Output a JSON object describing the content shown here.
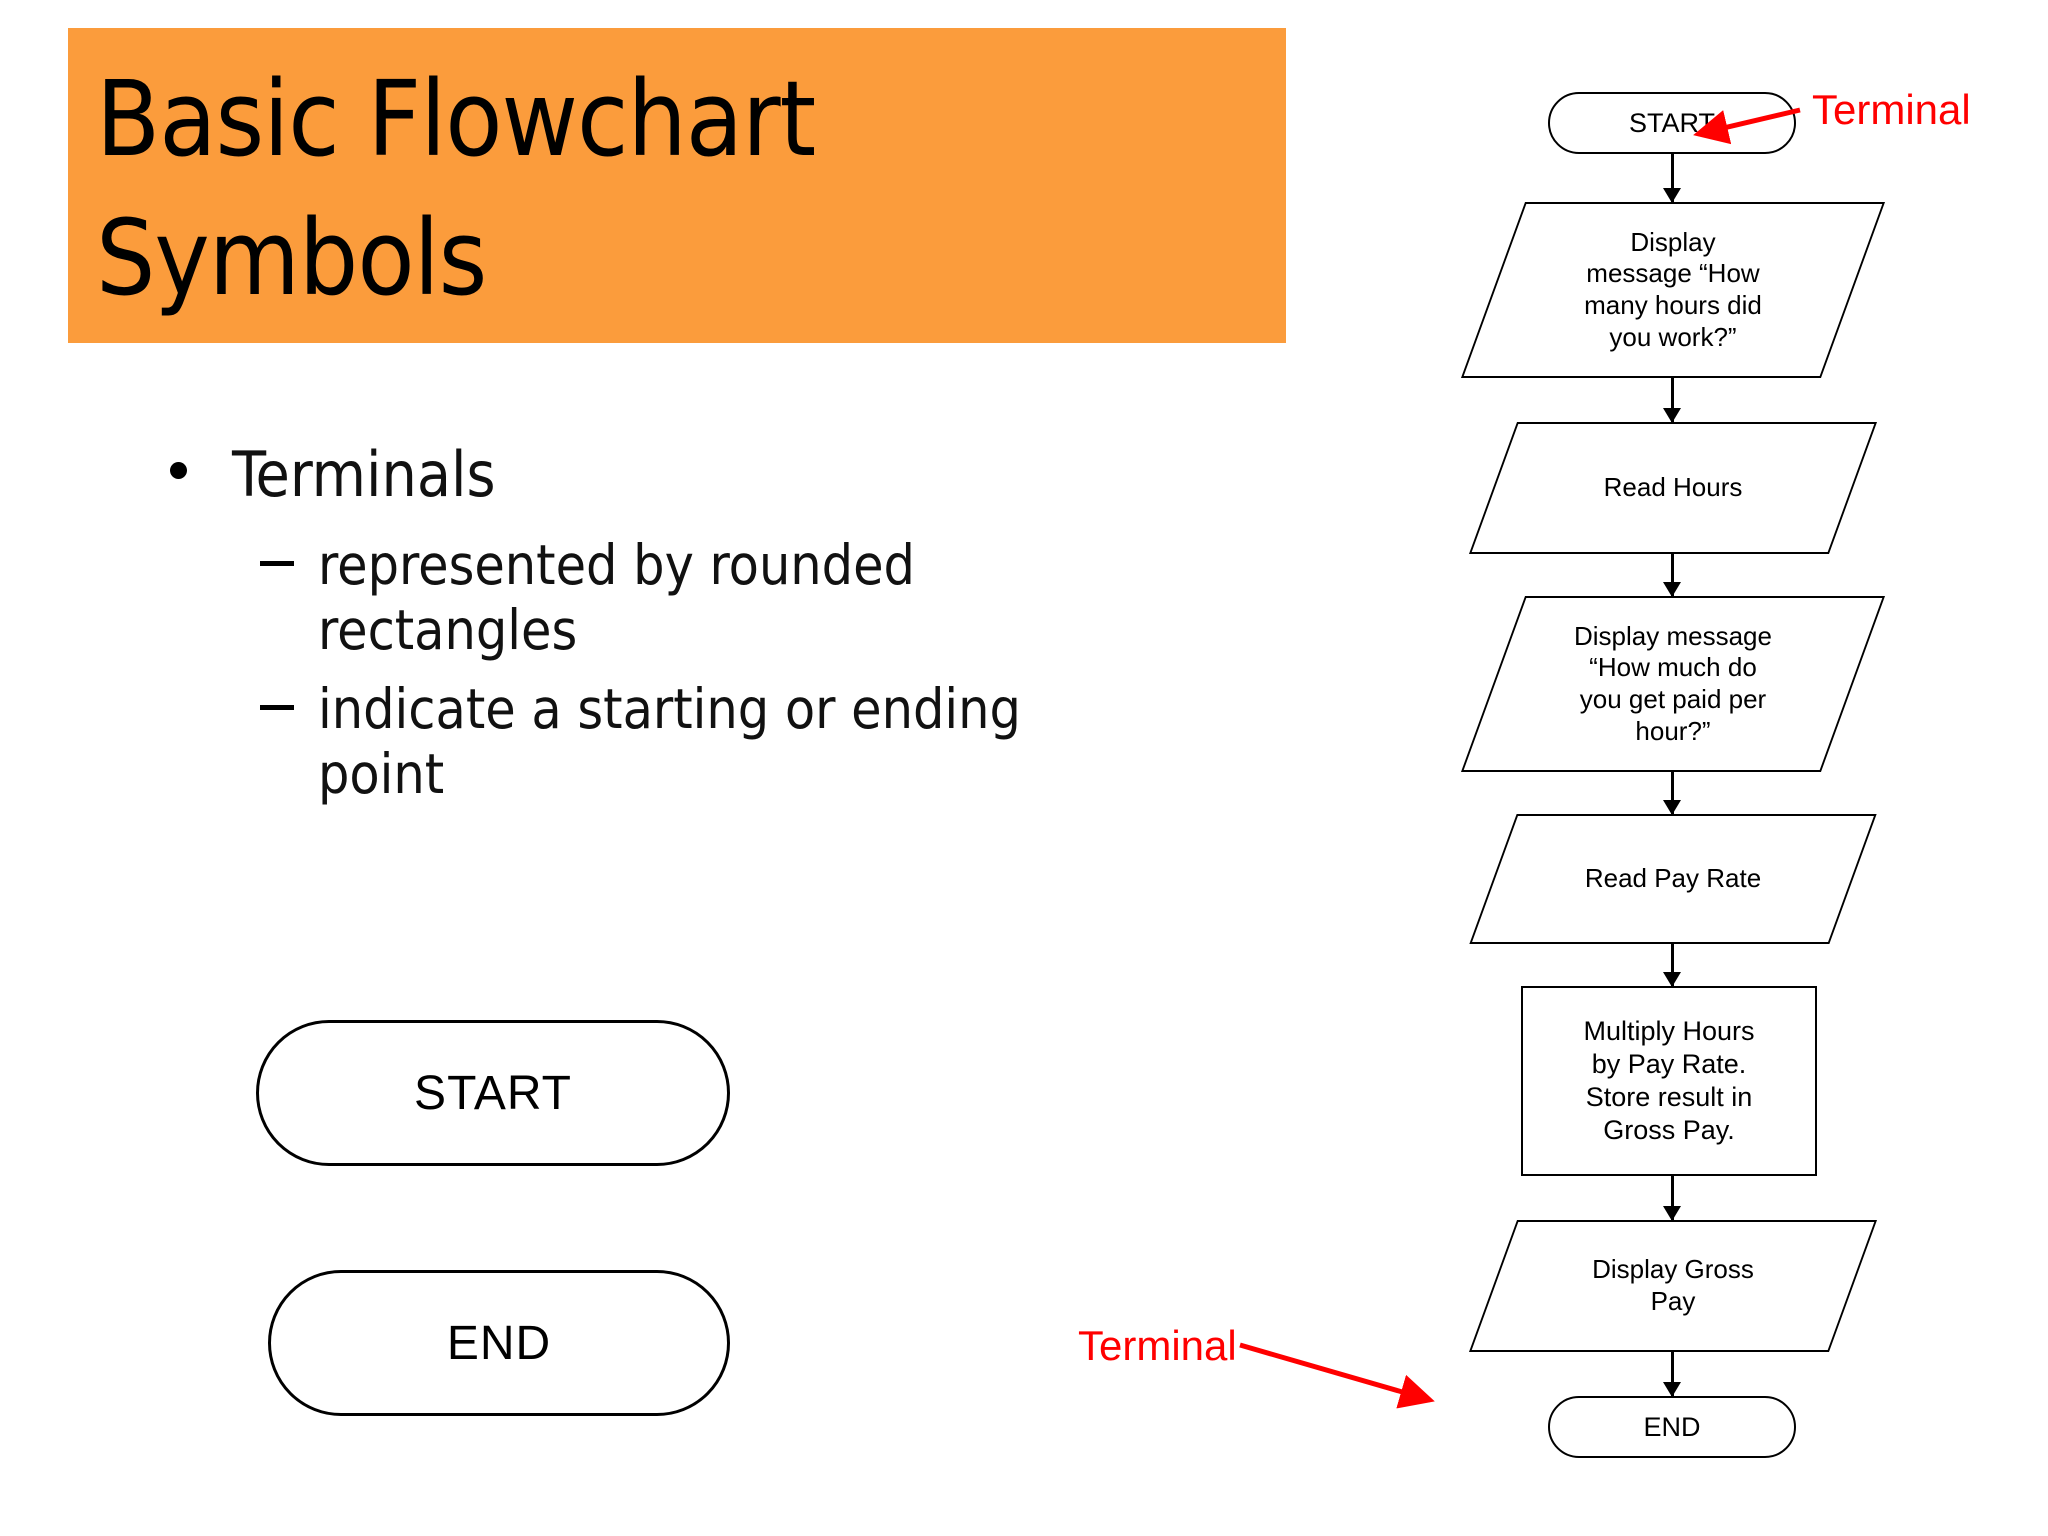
{
  "slide": {
    "title": "Basic Flowchart\nSymbols",
    "banner_color": "#FB9C3C",
    "annotation_color": "#FF0000"
  },
  "bullets": [
    {
      "level": 1,
      "marker": "bullet-dot",
      "text": "Terminals"
    },
    {
      "level": 2,
      "marker": "bullet-dash",
      "text": "represented by rounded rectangles"
    },
    {
      "level": 2,
      "marker": "bullet-dash",
      "text": "indicate a starting or ending point"
    }
  ],
  "sample_shapes": [
    {
      "shape": "rounded-rectangle",
      "label": "START"
    },
    {
      "shape": "rounded-rectangle",
      "label": "END"
    }
  ],
  "flowchart": {
    "nodes": [
      {
        "id": "start",
        "shape": "terminal",
        "label": "START"
      },
      {
        "id": "disp-hours",
        "shape": "parallelogram",
        "label": "Display\nmessage “How\nmany hours did\nyou work?”"
      },
      {
        "id": "read-hours",
        "shape": "parallelogram",
        "label": "Read Hours"
      },
      {
        "id": "disp-rate",
        "shape": "parallelogram",
        "label": "Display message\n“How much do\nyou get paid per\nhour?”"
      },
      {
        "id": "read-rate",
        "shape": "parallelogram",
        "label": "Read Pay Rate"
      },
      {
        "id": "multiply",
        "shape": "rectangle",
        "label": "Multiply Hours\nby Pay Rate.\nStore result in\nGross Pay."
      },
      {
        "id": "disp-gross",
        "shape": "parallelogram",
        "label": "Display Gross\nPay"
      },
      {
        "id": "end",
        "shape": "terminal",
        "label": "END"
      }
    ],
    "annotations": [
      {
        "id": "annot-top",
        "label": "Terminal",
        "points_to": "start"
      },
      {
        "id": "annot-bottom",
        "label": "Terminal",
        "points_to": "end"
      }
    ]
  }
}
